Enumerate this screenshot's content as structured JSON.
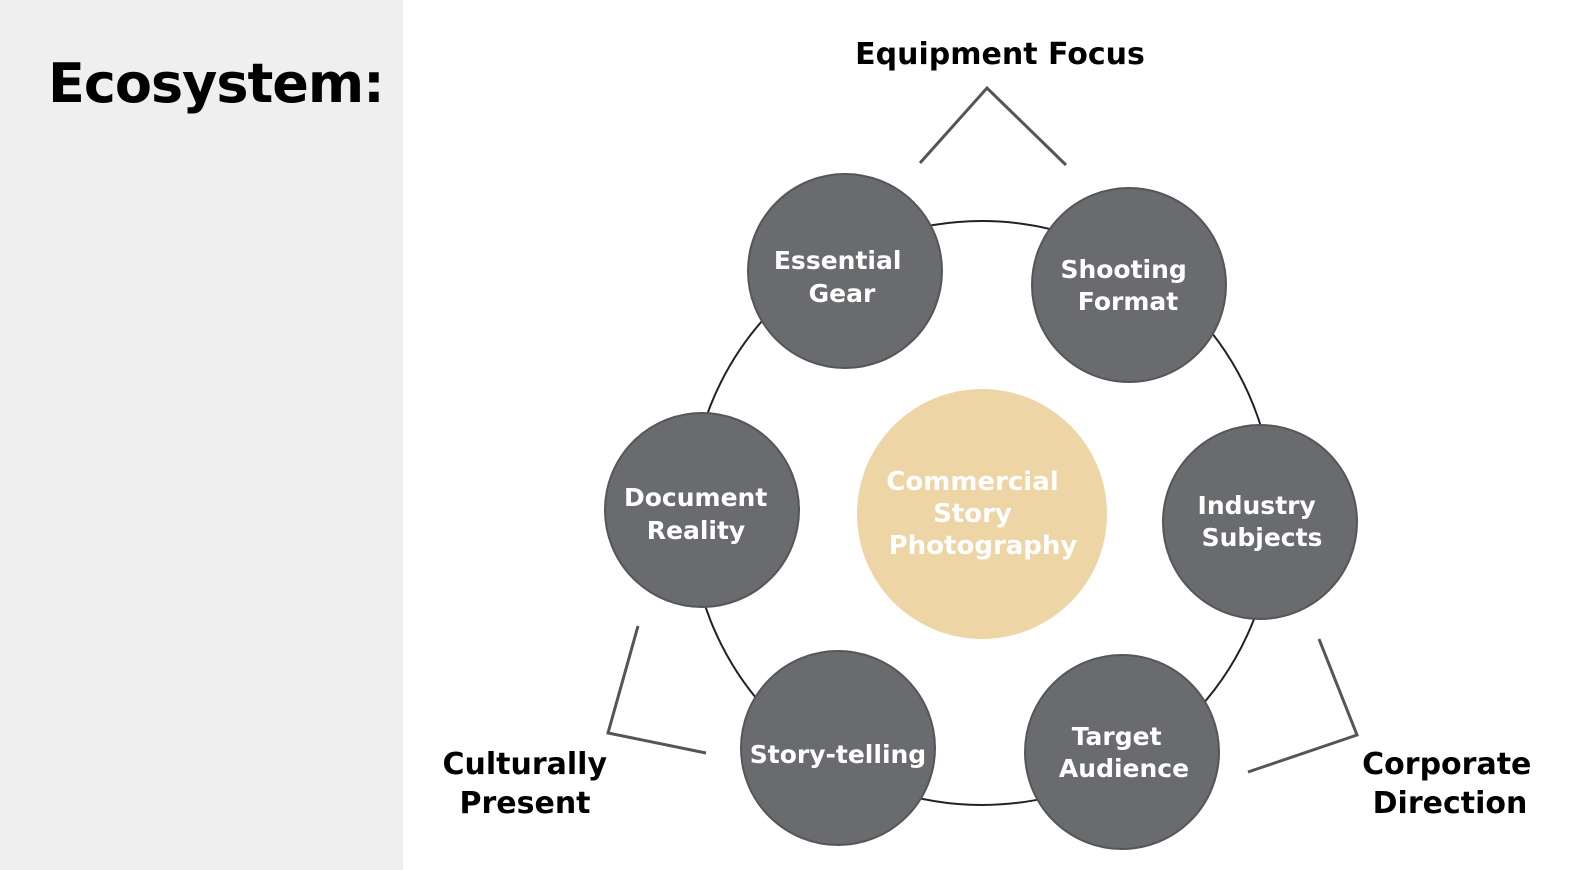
{
  "page": {
    "title": "Ecosystem:"
  },
  "diagram": {
    "center": {
      "lines": [
        "Commercial",
        "Story",
        "Photography"
      ],
      "color": "#edd5a6"
    },
    "node_color": "#6a6b6e",
    "nodes": [
      {
        "id": "essential-gear",
        "lines": [
          "Essential",
          "Gear"
        ]
      },
      {
        "id": "shooting-format",
        "lines": [
          "Shooting",
          "Format"
        ]
      },
      {
        "id": "industry-subjects",
        "lines": [
          "Industry",
          "Subjects"
        ]
      },
      {
        "id": "target-audience",
        "lines": [
          "Target",
          "Audience"
        ]
      },
      {
        "id": "story-telling",
        "lines": [
          "Story-telling"
        ]
      },
      {
        "id": "document-reality",
        "lines": [
          "Document",
          "Reality"
        ]
      }
    ],
    "groups": [
      {
        "id": "equipment-focus",
        "lines": [
          "Equipment Focus"
        ]
      },
      {
        "id": "corporate-direction",
        "lines": [
          "Corporate",
          "Direction"
        ]
      },
      {
        "id": "culturally-present",
        "lines": [
          "Culturally",
          "Present"
        ]
      }
    ]
  }
}
